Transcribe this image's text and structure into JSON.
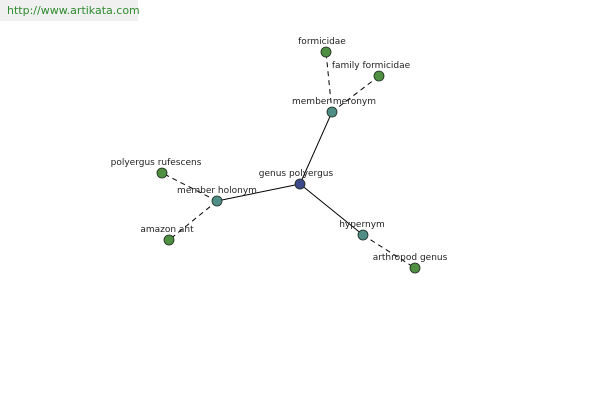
{
  "site": {
    "url_text": "http://www.artikata.com"
  },
  "colors": {
    "center_node": "#3c4a8c",
    "relation_node": "#4f8d87",
    "leaf_node": "#4f9042",
    "node_outline": "#1e2a1e",
    "solid_edge": "#000000",
    "dashed_edge": "#000000",
    "banner_text": "#2e8b2e"
  },
  "graph": {
    "center": {
      "id": "genus_polyergus",
      "label": "genus polyergus"
    },
    "relations": [
      {
        "id": "member_meronym",
        "label": "member meronym",
        "targets": [
          {
            "id": "formicidae",
            "label": "formicidae"
          },
          {
            "id": "family_formicidae",
            "label": "family formicidae"
          }
        ]
      },
      {
        "id": "member_holonym",
        "label": "member holonym",
        "targets": [
          {
            "id": "polyergus_rufescens",
            "label": "polyergus rufescens"
          },
          {
            "id": "amazon_ant",
            "label": "amazon ant"
          }
        ]
      },
      {
        "id": "hypernym",
        "label": "hypernym",
        "targets": [
          {
            "id": "arthropod_genus",
            "label": "arthropod genus"
          }
        ]
      }
    ]
  }
}
